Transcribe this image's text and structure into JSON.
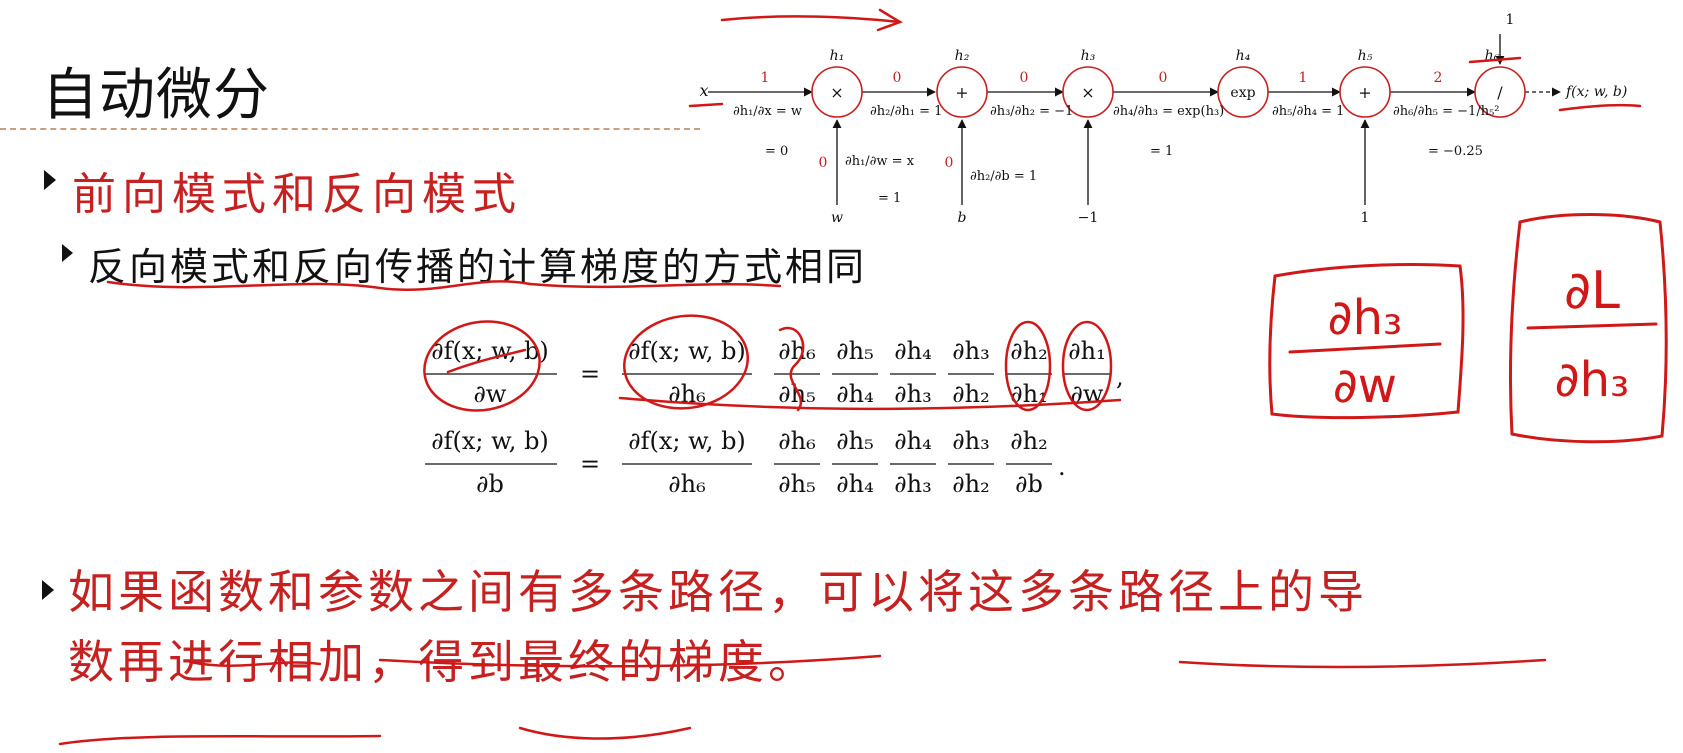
{
  "title": "自动微分",
  "bullets": {
    "b1": "前向模式和反向模式",
    "b2": "反向模式和反向传播的计算梯度的方式相同",
    "b3_line1": "如果函数和参数之间有多条路径，可以将这多条路径上的导",
    "b3_line2": "数再进行相加，得到最终的梯度。"
  },
  "graph": {
    "input_x": "x",
    "input_w": "w",
    "input_b": "b",
    "input_neg1": "−1",
    "input_one_h5": "1",
    "input_one_top": "1",
    "output": "f(x; w, b)",
    "nodes": [
      {
        "id": "h1",
        "label": "h₁",
        "op": "×"
      },
      {
        "id": "h2",
        "label": "h₂",
        "op": "+"
      },
      {
        "id": "h3",
        "label": "h₃",
        "op": "×"
      },
      {
        "id": "h4",
        "label": "h₄",
        "op": "exp"
      },
      {
        "id": "h5",
        "label": "h₅",
        "op": "+"
      },
      {
        "id": "h6",
        "label": "h₆",
        "op": "/"
      }
    ],
    "edge_values": [
      "1",
      "0",
      "0",
      "0",
      "1",
      "2",
      "0",
      "0"
    ],
    "derivatives": {
      "d_h1_x": "∂h₁/∂x = w",
      "d_h1_x_val": "= 0",
      "d_h2_h1": "∂h₂/∂h₁ = 1",
      "d_h3_h2": "∂h₃/∂h₂ = −1",
      "d_h4_h3": "∂h₄/∂h₃ = exp(h₃)",
      "d_h4_h3_val": "= 1",
      "d_h5_h4": "∂h₅/∂h₄ = 1",
      "d_h6_h5": "∂h₆/∂h₅ = −1/h₅²",
      "d_h6_h5_val": "= −0.25",
      "d_h1_w": "∂h₁/∂w = x",
      "d_h1_w_val": "= 1",
      "d_h2_b": "∂h₂/∂b = 1"
    }
  },
  "equations": {
    "eq1_lhs_num": "∂f(x; w, b)",
    "eq1_lhs_den": "∂w",
    "eq1_r0_num": "∂f(x; w, b)",
    "eq1_r0_den": "∂h₆",
    "eq1_factors": [
      {
        "num": "∂h₆",
        "den": "∂h₅"
      },
      {
        "num": "∂h₅",
        "den": "∂h₄"
      },
      {
        "num": "∂h₄",
        "den": "∂h₃"
      },
      {
        "num": "∂h₃",
        "den": "∂h₂"
      },
      {
        "num": "∂h₂",
        "den": "∂h₁"
      },
      {
        "num": "∂h₁",
        "den": "∂w"
      }
    ],
    "eq1_end": ",",
    "eq2_lhs_num": "∂f(x; w, b)",
    "eq2_lhs_den": "∂b",
    "eq2_r0_num": "∂f(x; w, b)",
    "eq2_r0_den": "∂h₆",
    "eq2_factors": [
      {
        "num": "∂h₆",
        "den": "∂h₅"
      },
      {
        "num": "∂h₅",
        "den": "∂h₄"
      },
      {
        "num": "∂h₄",
        "den": "∂h₃"
      },
      {
        "num": "∂h₃",
        "den": "∂h₂"
      },
      {
        "num": "∂h₂",
        "den": "∂b"
      }
    ],
    "eq2_end": ".",
    "equals": "="
  },
  "handwriting": {
    "box1_num": "∂h₃",
    "box1_den": "∂w",
    "box2_num": "∂L",
    "box2_den": "∂h₃"
  },
  "colors": {
    "annotation_red": "#c62020",
    "text_black": "#111111"
  }
}
